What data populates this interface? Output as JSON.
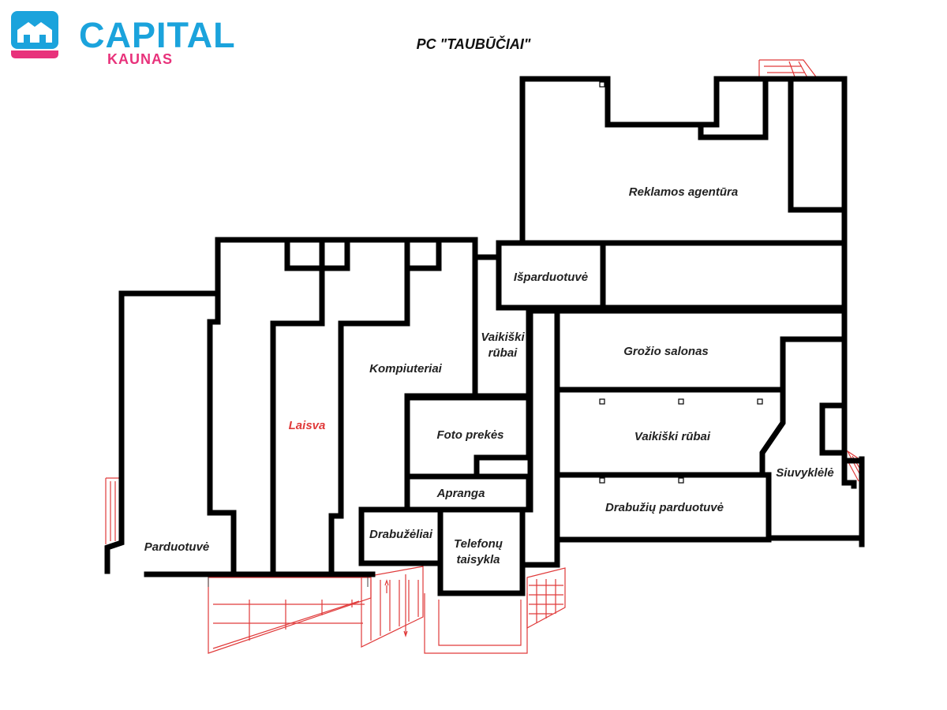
{
  "header": {
    "brand_name": "CAPITAL",
    "brand_sub": "KAUNAS",
    "brand_icon": "house-icon",
    "brand_colors": {
      "primary": "#1ba3dc",
      "accent": "#e8327b"
    },
    "title": "PC \"TAUBŪČIAI\""
  },
  "plan": {
    "colors": {
      "walls": "#000000",
      "stairs": "#e03a3a",
      "free_label": "#e03a3a"
    },
    "rooms": {
      "reklamos": "Reklamos agentūra",
      "isparduotuve": "Išparduotuvė",
      "vaikiski_rubai_small_1": "Vaikiški",
      "vaikiski_rubai_small_2": "rūbai",
      "kompiuteriai": "Kompiuteriai",
      "laisva": "Laisva",
      "grozio_salonas": "Grožio salonas",
      "foto_prekes": "Foto prekės",
      "vaikiski_rubai": "Vaikiški rūbai",
      "apranga": "Apranga",
      "siuvyklele": "Siuvyklėlė",
      "drabuzeliai": "Drabužėliai",
      "drabuziu_parduotuve": "Drabužių parduotuvė",
      "telefonu_taisykla_1": "Telefonų",
      "telefonu_taisykla_2": "taisykla",
      "parduotuve": "Parduotuvė"
    }
  }
}
